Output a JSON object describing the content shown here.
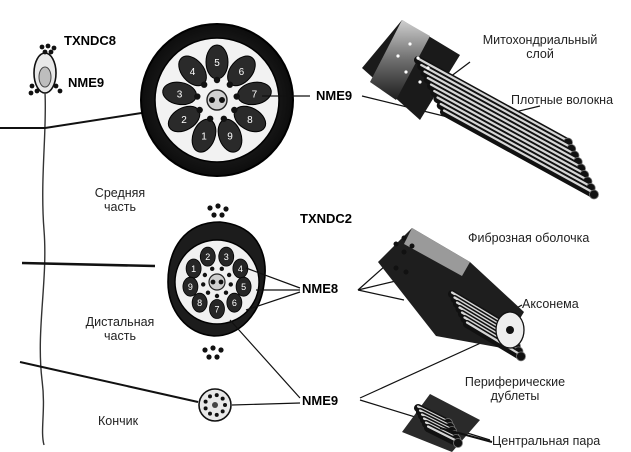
{
  "labels": {
    "txndc8": "TXNDC8",
    "nme9_head": "NME9",
    "nme9_mid": "NME9",
    "txndc2": "TXNDC2",
    "nme8": "NME8",
    "nme9_bottom": "NME9",
    "mitochondrial_line1": "Митохондриальный",
    "mitochondrial_line2": "слой",
    "dense_fibers": "Плотные волокна",
    "fibrous_sheath": "Фиброзная оболочка",
    "axoneme": "Аксонема",
    "peripheral_line1": "Периферические",
    "peripheral_line2": "дублеты",
    "central_pair": "Центральная пара",
    "midpiece_line1": "Средняя",
    "midpiece_line2": "часть",
    "distal_line1": "Дистальная",
    "distal_line2": "часть",
    "tip": "Кончик"
  },
  "midpiece_fiber_numbers": [
    "1",
    "2",
    "3",
    "4",
    "5",
    "6",
    "7",
    "8",
    "9"
  ],
  "distal_fiber_numbers": [
    "1",
    "2",
    "3",
    "4",
    "5",
    "6",
    "7",
    "8",
    "9"
  ],
  "colors": {
    "ink": "#111111",
    "membrane": "#2a2a2a",
    "fill_light": "#d9d9d9",
    "fill_mid": "#8a8a8a"
  }
}
